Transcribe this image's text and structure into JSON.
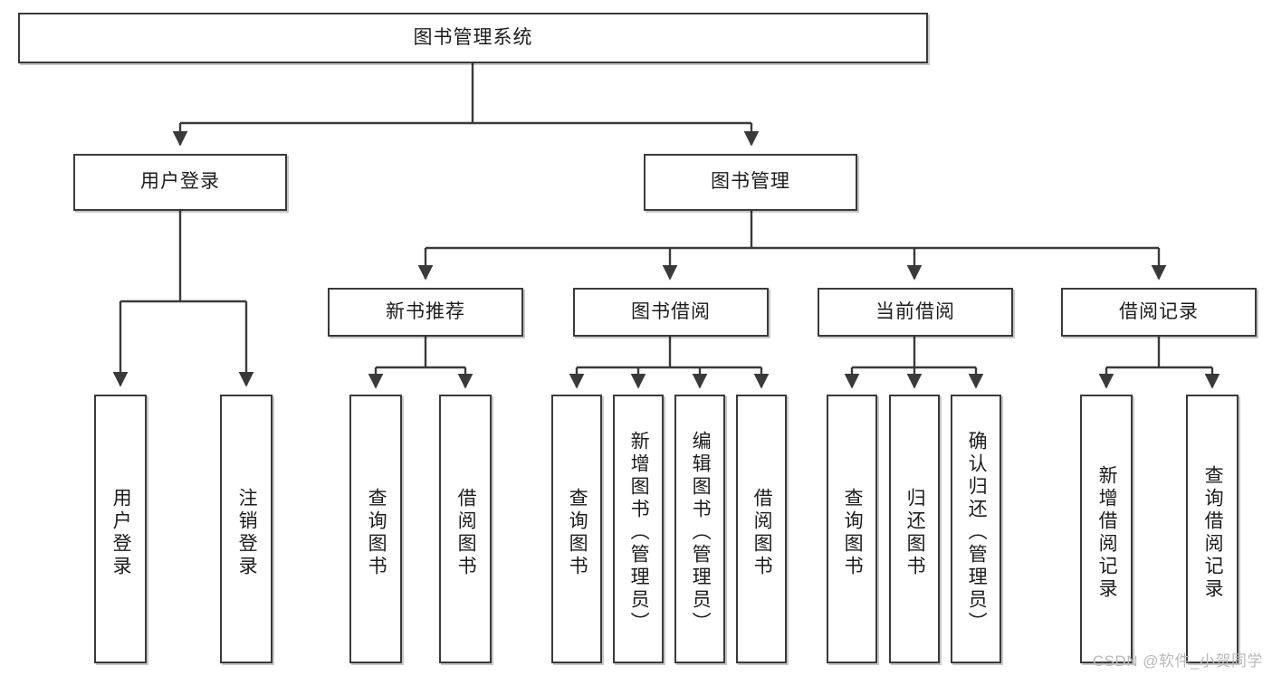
{
  "diagram": {
    "title": "图书管理系统",
    "watermark": "CSDN @软件_小贺同学",
    "line_color": "#3a3a3a",
    "box_fill": "#ffffff",
    "text_color": "#1c1c1c",
    "watermark_color": "#b9b9b9"
  },
  "nodes": {
    "root": {
      "label": "图书管理系统"
    },
    "level2": [
      {
        "label": "用户登录"
      },
      {
        "label": "图书管理"
      }
    ],
    "level3": [
      {
        "label": "新书推荐"
      },
      {
        "label": "图书借阅"
      },
      {
        "label": "当前借阅"
      },
      {
        "label": "借阅记录"
      }
    ],
    "leaves": {
      "user_login": [
        {
          "label": "用户登录"
        },
        {
          "label": "注销登录"
        }
      ],
      "new_book_recommend": [
        {
          "label": "查询图书"
        },
        {
          "label": "借阅图书"
        }
      ],
      "book_borrow": [
        {
          "label": "查询图书"
        },
        {
          "label": "新增图书（管理员）"
        },
        {
          "label": "编辑图书（管理员）"
        },
        {
          "label": "借阅图书"
        }
      ],
      "current_borrow": [
        {
          "label": "查询图书"
        },
        {
          "label": "归还图书"
        },
        {
          "label": "确认归还（管理员）"
        }
      ],
      "borrow_record": [
        {
          "label": "新增借阅记录"
        },
        {
          "label": "查询借阅记录"
        }
      ]
    }
  }
}
